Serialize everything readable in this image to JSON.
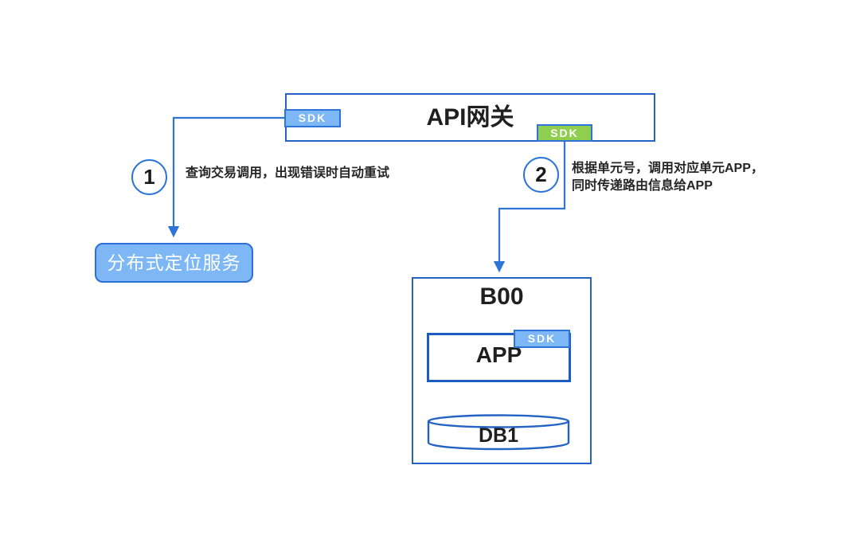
{
  "colors": {
    "line_blue": "#2E74D6",
    "box_border_blue": "#2462C4",
    "dark_blue_border": "#1B5BC4",
    "light_blue_fill": "#7DB7F5",
    "green_fill": "#8FCE4E",
    "text_black": "#1F1F1F",
    "badge_text_white": "#FFFFFF"
  },
  "gateway": {
    "title": "API网关",
    "sdk_left_label": "SDK",
    "sdk_right_label": "SDK"
  },
  "steps": [
    {
      "number": "1",
      "lines": [
        "查询交易调用，出现错误时自动重试"
      ]
    },
    {
      "number": "2",
      "lines": [
        "根据单元号，调用对应单元APP，",
        "同时传递路由信息给APP"
      ]
    }
  ],
  "location_service": {
    "label": "分布式定位服务"
  },
  "unit_b00": {
    "title": "B00",
    "app": {
      "label": "APP",
      "sdk_label": "SDK"
    },
    "database": {
      "label": "DB1"
    }
  }
}
